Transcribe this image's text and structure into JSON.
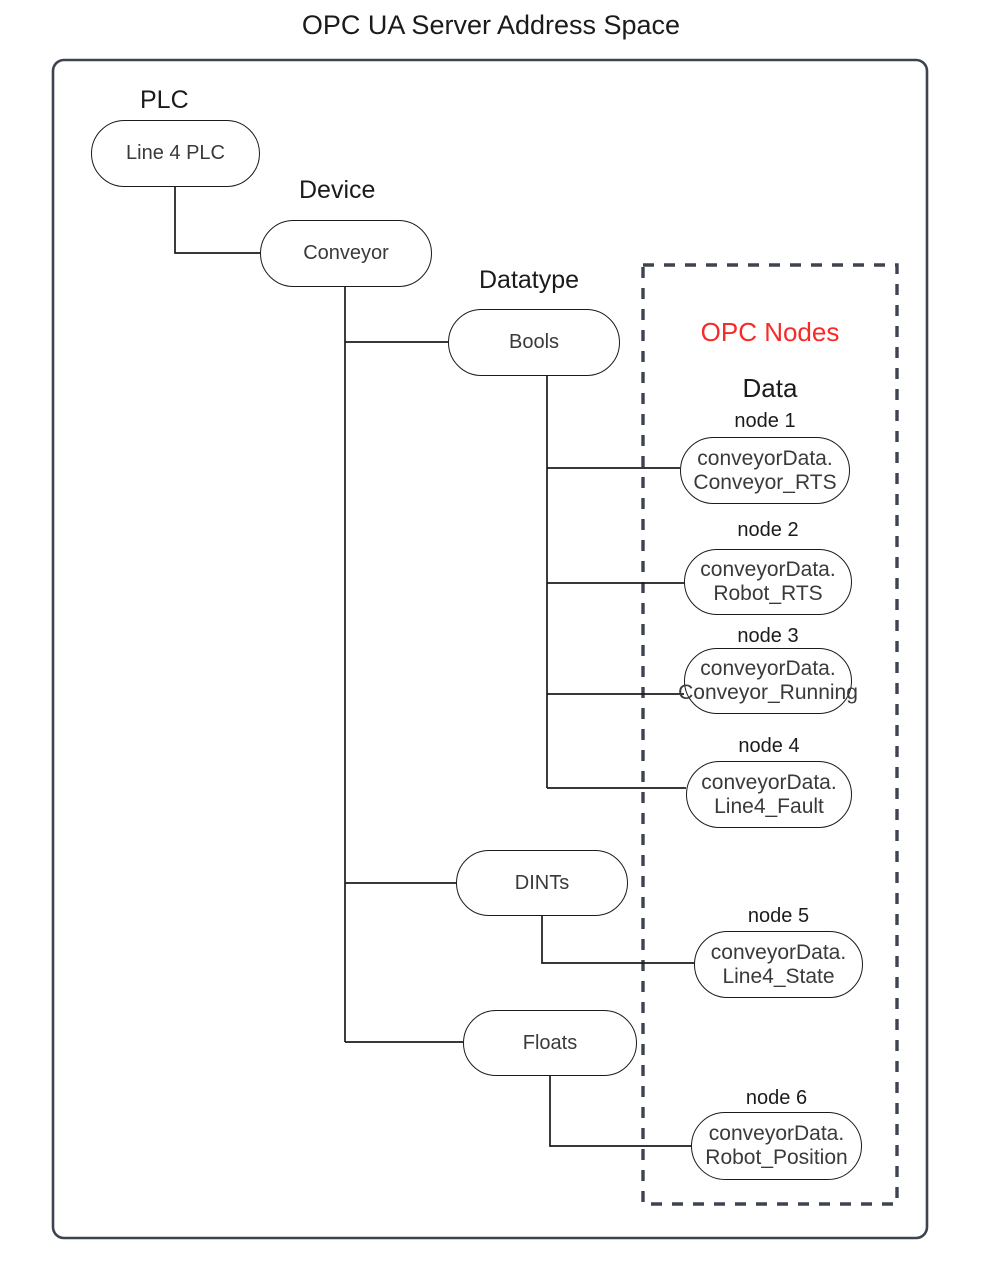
{
  "title": "OPC UA Server Address Space",
  "colors": {
    "accent": "#f82a28",
    "outline": "#1b1b1b",
    "frame": "#3d4450",
    "text": "#3a3a3a",
    "background": "#ffffff"
  },
  "frames": {
    "outer": {
      "label": "address-space-frame",
      "style": "solid"
    },
    "opc_nodes": {
      "label": "opc-nodes-frame",
      "style": "dashed"
    }
  },
  "category_labels": {
    "plc": "PLC",
    "device": "Device",
    "datatype": "Datatype"
  },
  "group_titles": {
    "opc_nodes": "OPC Nodes",
    "data": "Data"
  },
  "tree": {
    "plc": {
      "name": "Line 4 PLC"
    },
    "device": {
      "name": "Conveyor"
    },
    "datatypes": [
      {
        "name": "Bools"
      },
      {
        "name": "DINTs"
      },
      {
        "name": "Floats"
      }
    ]
  },
  "nodes": [
    {
      "label": "node 1",
      "line1": "conveyorData.",
      "line2": "Conveyor_RTS",
      "datatype": "Bools"
    },
    {
      "label": "node 2",
      "line1": "conveyorData.",
      "line2": "Robot_RTS",
      "datatype": "Bools"
    },
    {
      "label": "node 3",
      "line1": "conveyorData.",
      "line2": "Conveyor_Running",
      "datatype": "Bools"
    },
    {
      "label": "node 4",
      "line1": "conveyorData.",
      "line2": "Line4_Fault",
      "datatype": "Bools"
    },
    {
      "label": "node 5",
      "line1": "conveyorData.",
      "line2": "Line4_State",
      "datatype": "DINTs"
    },
    {
      "label": "node 6",
      "line1": "conveyorData.",
      "line2": "Robot_Position",
      "datatype": "Floats"
    }
  ]
}
